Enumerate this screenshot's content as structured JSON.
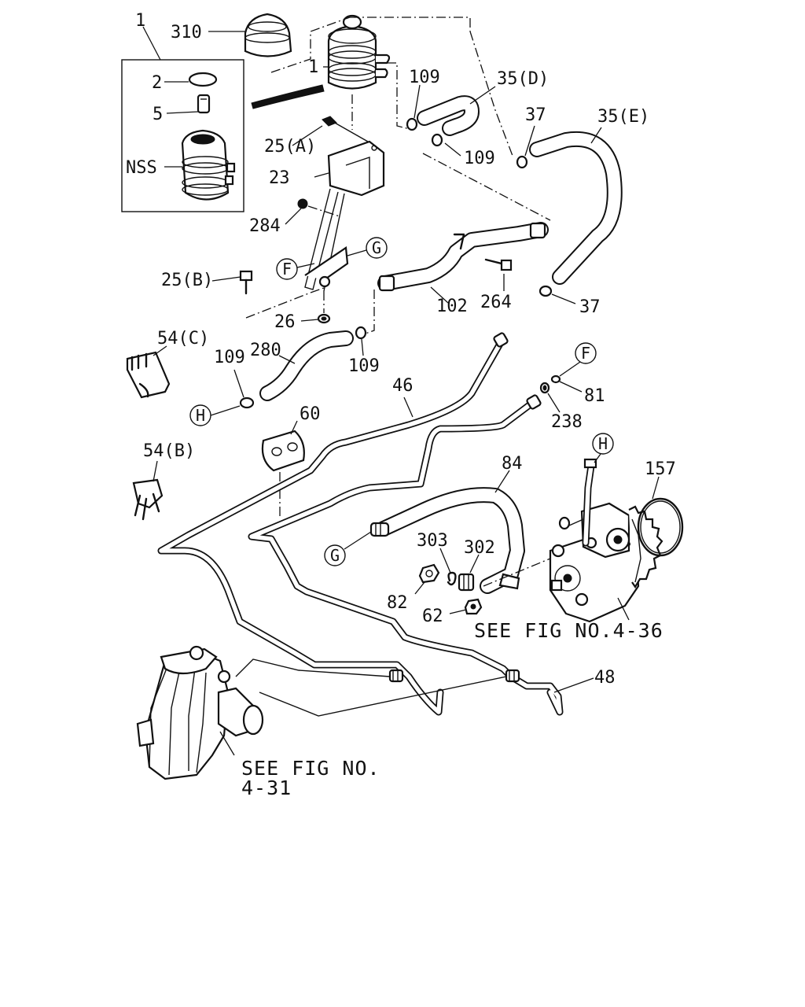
{
  "callouts": {
    "c1": "1",
    "c310": "310",
    "c1b": "1",
    "c2": "2",
    "c5": "5",
    "cNSS": "NSS",
    "c109a": "109",
    "c35d": "35(D)",
    "c37a": "37",
    "c35e": "35(E)",
    "c109b": "109",
    "c25a": "25(A)",
    "c23": "23",
    "c284": "284",
    "c25b": "25(B)",
    "c102": "102",
    "c264": "264",
    "c37b": "37",
    "c26": "26",
    "c54c": "54(C)",
    "c109c": "109",
    "c280": "280",
    "c109d": "109",
    "c46": "46",
    "c81": "81",
    "c238": "238",
    "c60": "60",
    "c54b": "54(B)",
    "c84": "84",
    "c157": "157",
    "c303": "303",
    "c302": "302",
    "c82": "82",
    "c62": "62",
    "c48": "48"
  },
  "circles": {
    "G1": "G",
    "F1": "F",
    "H1": "H",
    "F2": "F",
    "H2": "H",
    "G2": "G"
  },
  "references": {
    "ref1": "SEE FIG NO.4-36",
    "ref2_line1": "SEE FIG NO.",
    "ref2_line2": "4-31"
  }
}
